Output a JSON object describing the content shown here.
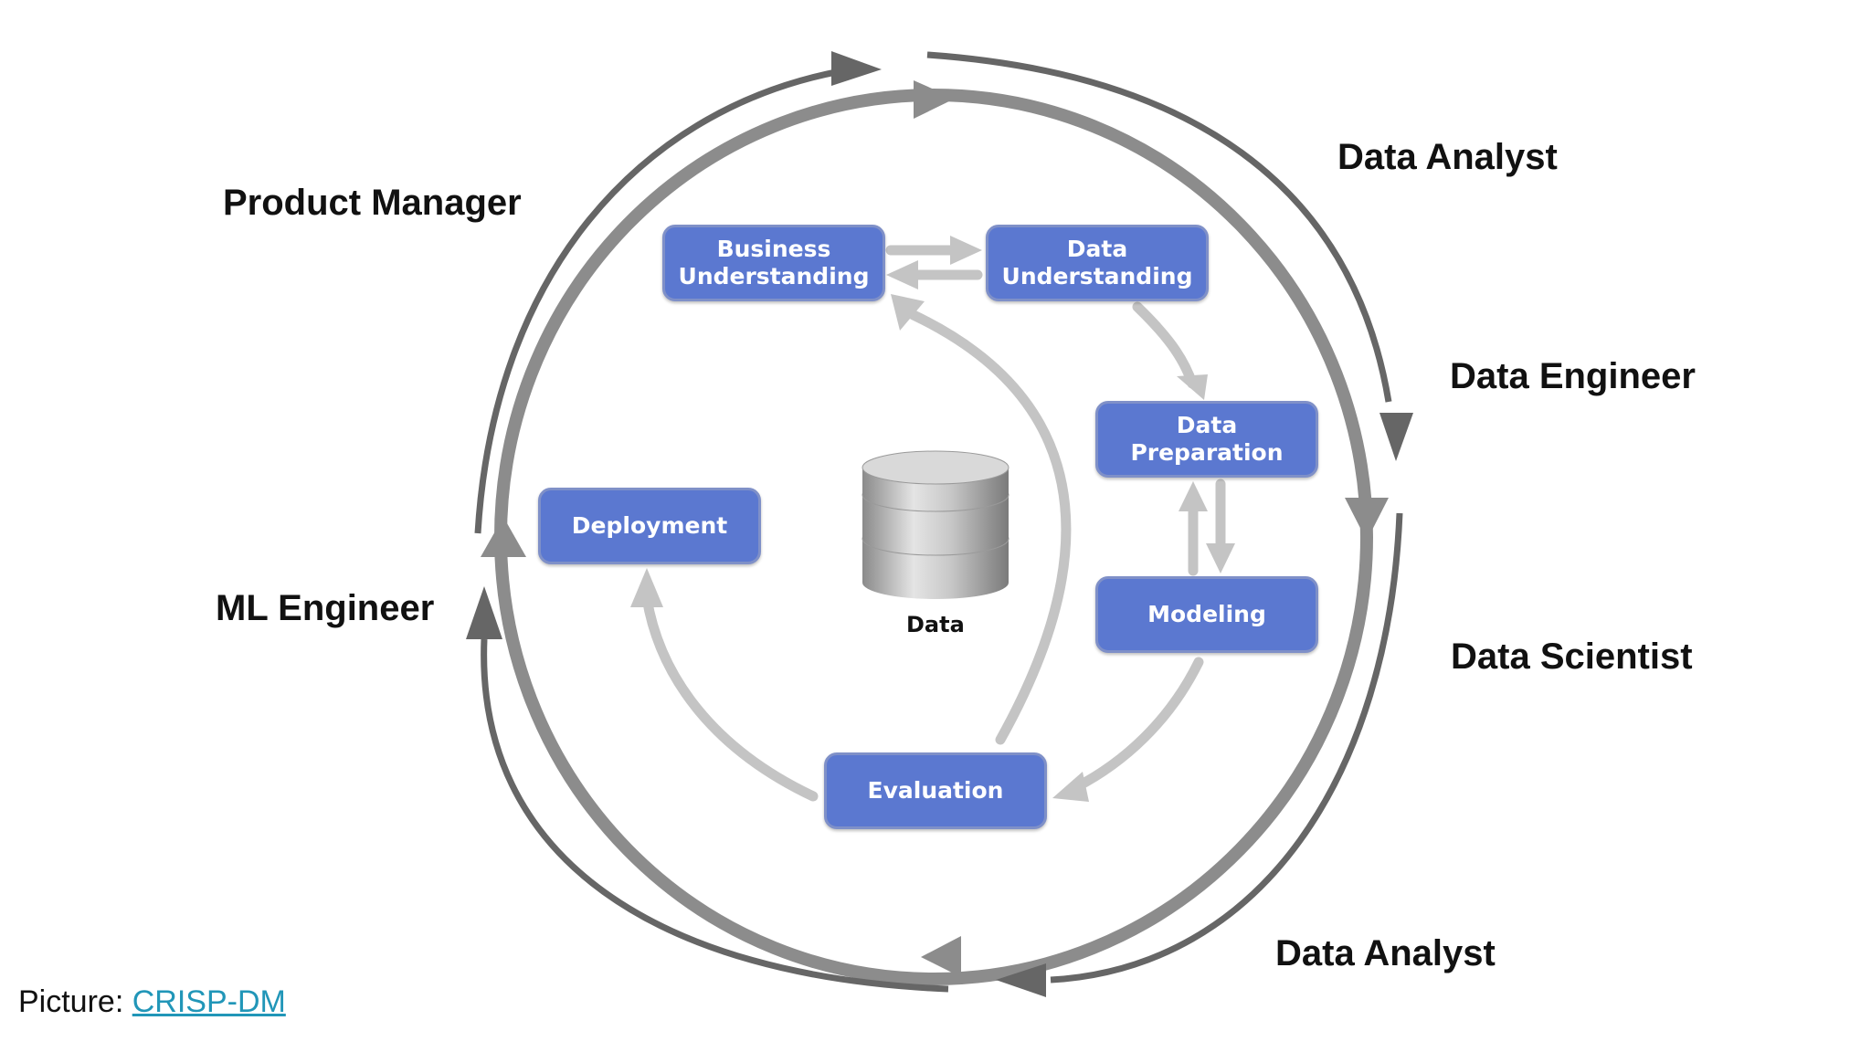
{
  "roles": {
    "product_manager": "Product Manager",
    "data_analyst_top": "Data Analyst",
    "data_engineer": "Data Engineer",
    "data_scientist": "Data Scientist",
    "ml_engineer": "ML Engineer",
    "data_analyst_bottom": "Data Analyst"
  },
  "phases": {
    "business_understanding": "Business\nUnderstanding",
    "data_understanding": "Data\nUnderstanding",
    "data_preparation": "Data\nPreparation",
    "modeling": "Modeling",
    "evaluation": "Evaluation",
    "deployment": "Deployment"
  },
  "center": {
    "data_label": "Data"
  },
  "caption": {
    "prefix": "Picture:",
    "link_text": "CRISP-DM"
  },
  "colors": {
    "phase_fill": "#5b78d0",
    "inner_arrows": "#c4c4c4",
    "outer_circle": "#8c8c8c",
    "role_arrows": "#666666",
    "link": "#2196b8"
  }
}
